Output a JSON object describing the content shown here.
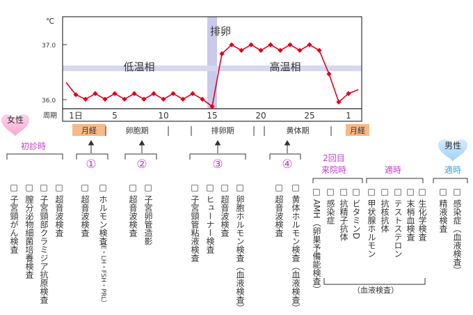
{
  "chart_data": {
    "type": "line",
    "unit_label": "℃",
    "y_ticks": [
      {
        "label": "37.0",
        "value": 37.0
      },
      {
        "label": "36.0",
        "value": 36.0
      }
    ],
    "ylim": [
      35.88,
      37.52
    ],
    "x_title": "周期",
    "x_ticks": [
      {
        "label": "1日",
        "day": 1
      },
      {
        "label": "5",
        "day": 5
      },
      {
        "label": "10",
        "day": 10
      },
      {
        "label": "15",
        "day": 15
      },
      {
        "label": "20",
        "day": 20
      },
      {
        "label": "25",
        "day": 25
      },
      {
        "label": "1",
        "day": 29
      }
    ],
    "xlim": [
      0,
      30
    ],
    "ovulation_band": [
      14.5,
      15.5
    ],
    "phase_line_value": 36.6,
    "series": [
      {
        "x": [
          0.0,
          1.0,
          2.0,
          3.0,
          4.0,
          5.0,
          6.0,
          7.0,
          8.0,
          9.0,
          10.0,
          11.0,
          12.0,
          13.0,
          14.0,
          15.0,
          16.0,
          17.0,
          18.0,
          19.0,
          20.0,
          21.0,
          22.0,
          23.0,
          24.0,
          25.0,
          26.0,
          27.0,
          28.0,
          29.0,
          30.0
        ],
        "y": [
          36.35,
          36.13,
          36.05,
          36.15,
          36.05,
          36.15,
          36.05,
          36.15,
          36.05,
          36.15,
          36.05,
          36.15,
          36.05,
          36.15,
          36.05,
          35.92,
          36.86,
          37.02,
          36.92,
          37.02,
          36.92,
          37.02,
          36.92,
          37.02,
          36.92,
          37.02,
          36.92,
          36.5,
          36.0,
          36.15,
          36.22
        ]
      }
    ],
    "annotations": {
      "low_phase": "低温相",
      "high_phase": "高温相",
      "ovulation": "排卵"
    },
    "colors": {
      "line": "#e0001a",
      "band": "#c9c9ec",
      "frame": "#333333",
      "menses": "#f7b987"
    }
  },
  "phases": [
    "月経",
    "卵胞期",
    "排卵期",
    "黄体期",
    "月経"
  ],
  "female": {
    "badge": "女性",
    "first_visit": {
      "title": "初診時",
      "items": [
        "□ 超音波検査",
        "□ 子宮頸部クラミジア抗原検査",
        "□ 膣分泌物細菌培養検査",
        "□ 子宮頸がん検査"
      ]
    },
    "stages": [
      {
        "num": "①",
        "items": [
          "□ 超音波検査",
          "□ ホルモン検査"
        ],
        "note": "（E・LH・FSH・PRL）"
      },
      {
        "num": "②",
        "items": [
          "□ 超音波検査",
          "□ 子宮卵管造影"
        ]
      },
      {
        "num": "③",
        "items": [
          "□ 子宮頸管粘液検査",
          "□ ヒューナー検査",
          "□ 超音波検査",
          "□ 卵胞ホルモン検査（血液検査）"
        ]
      },
      {
        "num": "④",
        "items": [
          "□ 超音波検査",
          "□ 黄体ホルモン検査（血液検査）"
        ]
      }
    ],
    "second_visit": {
      "title_line1": "2回目",
      "title_line2": "来院時",
      "items": [
        "□ AMH（卵巣予備能検査）",
        "□ 感染症",
        "□ 抗精子抗体",
        "□ ビタミンD"
      ]
    },
    "anytime": {
      "title": "適時",
      "items": [
        "□ 甲状腺ホルモン",
        "□ 抗核抗体",
        "□ テストステロン",
        "□ 末梢血検査",
        "□ 生化学検査"
      ]
    },
    "blood_note": "（血液検査）"
  },
  "male": {
    "badge": "男性",
    "title": "適時",
    "items": [
      "□ 精液検査",
      "□ 感染症（血液検査）"
    ]
  }
}
